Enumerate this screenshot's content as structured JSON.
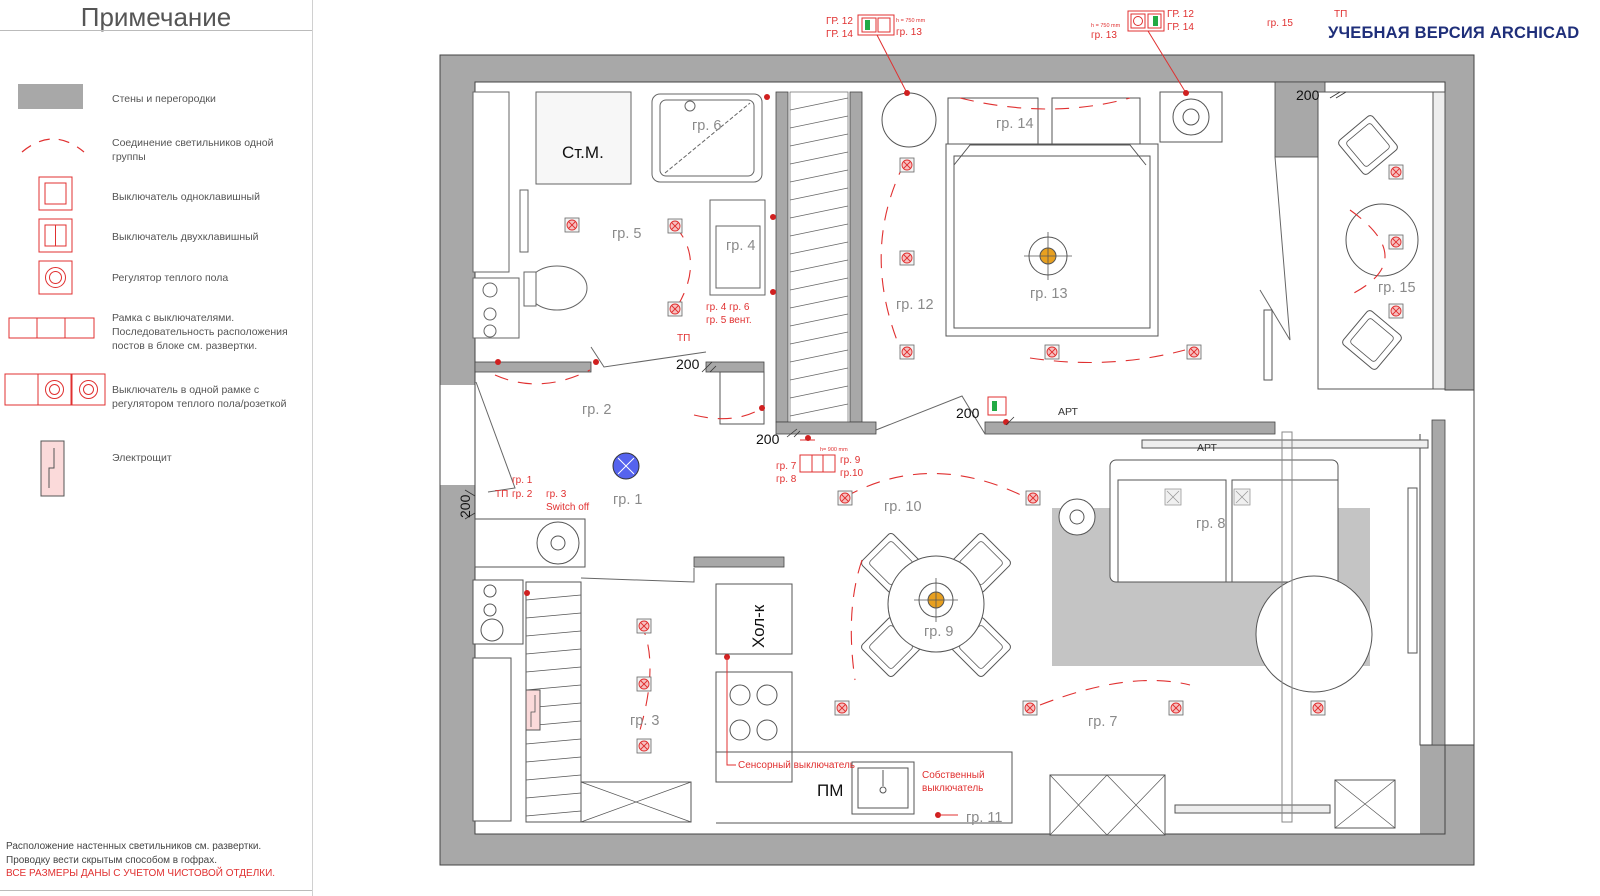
{
  "legend": {
    "title": "Примечание",
    "items": [
      {
        "id": "walls",
        "text": "Стены и перегородки"
      },
      {
        "id": "group",
        "text": "Соединение светильников одной группы"
      },
      {
        "id": "switch1",
        "text": "Выключатель одноклавишный"
      },
      {
        "id": "switch2",
        "text": "Выключатель двухклавишный"
      },
      {
        "id": "floorheat",
        "text": "Регулятор теплого пола"
      },
      {
        "id": "frame",
        "text": "Рамка с выключателями. Последовательность расположения постов в блоке см. развертки."
      },
      {
        "id": "frame_reg",
        "text": "Выключатель в одной рамке с регулятором теплого пола/розеткой"
      },
      {
        "id": "panel",
        "text": "Электрощит"
      }
    ],
    "notes": [
      "Расположение настенных светильников см. развертки.",
      "Проводку вести скрытым способом в гофрах."
    ],
    "note_warning": "ВСЕ РАЗМЕРЫ ДАНЫ С УЧЕТОМ ЧИСТОВОЙ ОТДЕЛКИ."
  },
  "watermark": "УЧЕБНАЯ ВЕРСИЯ ARCHICAD",
  "plan": {
    "rooms": {
      "washer": "Ст.М.",
      "fridge": "Хол-к",
      "dishwasher": "ПМ"
    },
    "groups": {
      "g1": "гр. 1",
      "g2": "гр. 2",
      "g3": "гр. 3",
      "g4": "гр. 4",
      "g5": "гр. 5",
      "g6": "гр. 6",
      "g7": "гр. 7",
      "g8": "гр. 8",
      "g9": "гр. 9",
      "g10": "гр. 10",
      "g11": "гр. 11",
      "g12": "гр. 12",
      "g13": "гр. 13",
      "g14": "гр. 14",
      "g15": "гр. 15"
    },
    "dims": {
      "d1": "200",
      "d2": "200",
      "d3": "200",
      "d4": "200",
      "d5": "200"
    },
    "art": {
      "a1": "АРТ",
      "a2": "АРТ"
    },
    "annotations": {
      "entry_1": "гр. 1",
      "entry_tp": "ТП",
      "entry_2": "гр. 2",
      "entry_3": "гр. 3",
      "entry_off": "Switch off",
      "bath_tp": "ТП",
      "bath_45": "гр. 4  гр. 6",
      "bath_vent": "гр. 5  вент.",
      "top_left_12": "ГР. 12",
      "top_left_14": "ГР. 14",
      "top_left_13": "гр. 13",
      "top_left_h": "h = 750 mm",
      "top_right_12": "ГР. 12",
      "top_right_14": "ГР. 14",
      "top_right_13": "гр. 13",
      "top_right_h": "h = 750 mm",
      "top_15": "гр. 15",
      "top_tp": "ТП",
      "hall_7": "гр. 7",
      "hall_8": "гр. 8",
      "hall_9": "гр. 9",
      "hall_10": "гр.10",
      "hall_h": "h= 900 mm",
      "sensor": "Сенсорный выключатель",
      "own_switch_1": "Собственный",
      "own_switch_2": "выключатель"
    }
  },
  "colors": {
    "wall": "#a8a8a8",
    "red": "#e03030",
    "text_gray": "#8a8a8a",
    "watermark": "#1f2f7a",
    "rug": "#c4c4c4"
  }
}
